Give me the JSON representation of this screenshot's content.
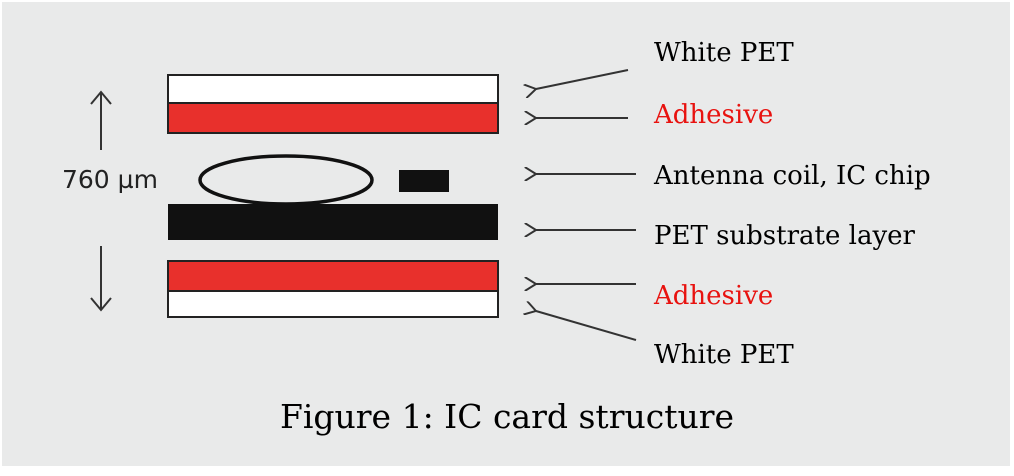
{
  "colors": {
    "panel_background": "#e9eaea",
    "white_pet": "#ffffff",
    "adhesive": "#e8302c",
    "substrate": "#111111",
    "label_black": "#000000",
    "label_red": "#e8120f",
    "arrow": "#333333"
  },
  "thickness_label": "760 µm",
  "labels": [
    {
      "text": "White PET",
      "color": "#000000"
    },
    {
      "text": "Adhesive",
      "color": "#e8120f"
    },
    {
      "text": "Antenna coil, IC chip",
      "color": "#000000"
    },
    {
      "text": "PET substrate layer",
      "color": "#000000"
    },
    {
      "text": "Adhesive",
      "color": "#e8120f"
    },
    {
      "text": "White PET",
      "color": "#000000"
    }
  ],
  "caption": "Figure 1: IC card structure"
}
